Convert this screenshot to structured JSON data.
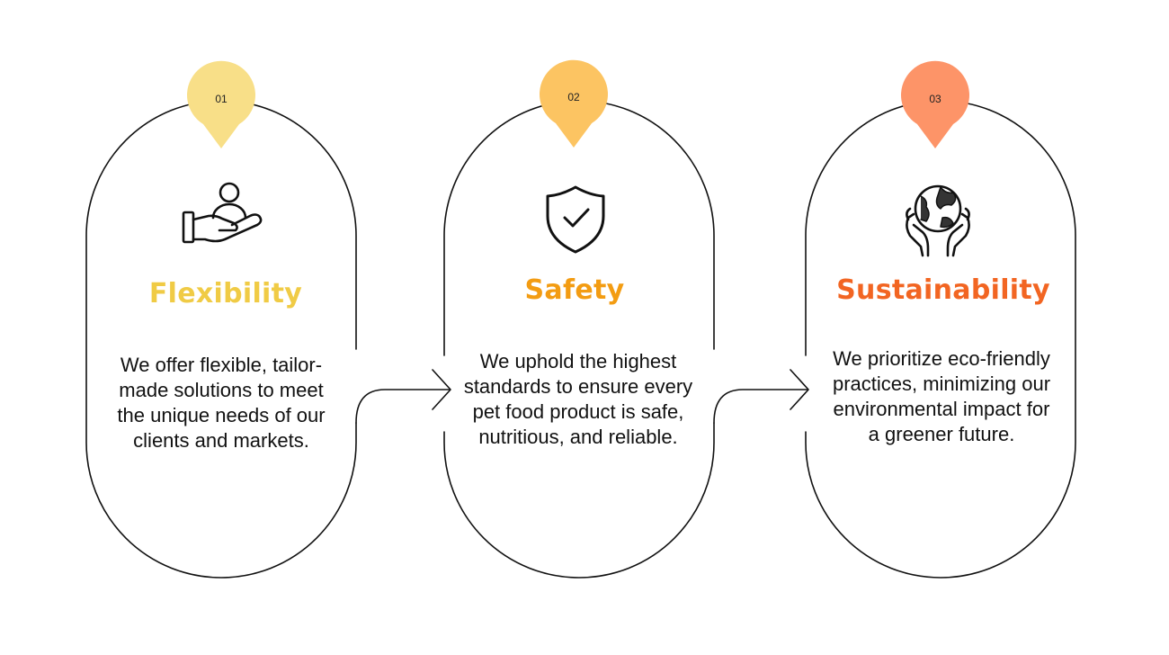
{
  "colors": {
    "outline": "#111111",
    "step1_accent": "#f0cb45",
    "step1_pin": "#f8df88",
    "step2_accent": "#f39c12",
    "step2_pin": "#fcc462",
    "step3_accent": "#f26522",
    "step3_pin": "#fd9468"
  },
  "steps": [
    {
      "number": "01",
      "title": "Flexibility",
      "icon": "hand-holding-person-icon",
      "description": "We offer flexible, tailor-made solutions to meet the unique needs of our clients and markets."
    },
    {
      "number": "02",
      "title": "Safety",
      "icon": "shield-check-icon",
      "description": "We uphold the highest standards to ensure every pet food product is safe, nutritious, and reliable."
    },
    {
      "number": "03",
      "title": "Sustainability",
      "icon": "hands-holding-globe-icon",
      "description": "We prioritize eco-friendly practices, minimizing our environmental impact for a greener future."
    }
  ]
}
